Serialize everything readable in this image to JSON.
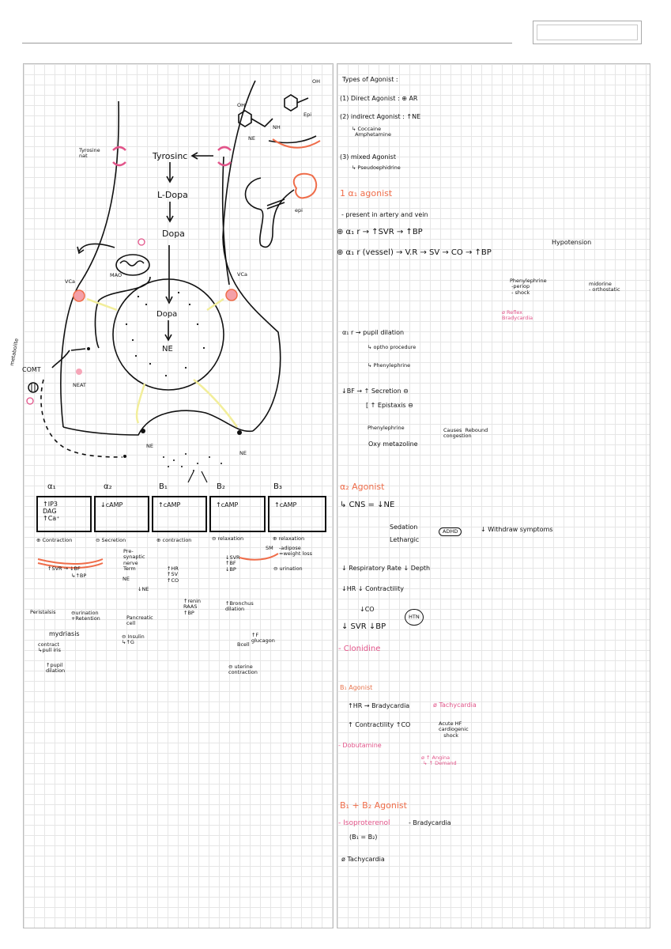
{
  "colors": {
    "accent_pink": "#e2558a",
    "accent_orange": "#ef6d4a",
    "yellow": "#f2ee9b",
    "ink": "#111111"
  },
  "diagram": {
    "tyrosine_nat": [
      "Tyrosine",
      "nat"
    ],
    "tyrosine": "Tyrosinc",
    "l_dopa": "L-Dopa",
    "dopa": "Dopa",
    "mao": "MAO",
    "vca_left": "VCa",
    "vca_right": "VCa",
    "metabolite": "metabolite",
    "comt": "COMT",
    "neat": "NEAT",
    "vesicle_dopa": "Dopa",
    "vesicle_ne": "NE",
    "ne_left": "NE",
    "ne_right": "NE",
    "epi": "Epi",
    "epi2": "epi",
    "ne_struct": "NE",
    "oh1": "OH",
    "oh2": "OH",
    "nh2": "NH",
    "inhibit": "⊖"
  },
  "receptors": [
    {
      "name": "α₁",
      "box": "↑IP3\nDAG\n↑Ca⁺",
      "effect": "⊕ Contraction"
    },
    {
      "name": "α₂",
      "box": "↓cAMP",
      "effect": "⊖ Secretion"
    },
    {
      "name": "B₁",
      "box": "↑cAMP",
      "effect": "⊕ contraction"
    },
    {
      "name": "B₂",
      "box": "↑cAMP",
      "effect": "⊖ relaxation"
    },
    {
      "name": "B₃",
      "box": "↑cAMP",
      "effect": "⊕ relaxation"
    }
  ],
  "alpha1_notes": {
    "svr": "↑SVR → ↓BF",
    "bp": "↳↑BP",
    "peristalsis": "Peristalsis",
    "urination": "⊖urination\n+Retention",
    "mydriasis": "mydriasis",
    "contract": "contract\n↳pull iris",
    "pupil": "↑pupil\ndilation"
  },
  "alpha2_notes": {
    "presynaptic": "Pre-\nsynaptic\nnerve\nTerm",
    "ne": "NE",
    "down_ne": "↓NE",
    "pancreatic": "Pancreatic\ncell",
    "insulin": "⊖ Insulin\n↳↑G"
  },
  "beta1_notes": {
    "hr": "↑HR\n↑SV\n↑CO",
    "renin": "↑renin\nRAAS\n↑BP"
  },
  "beta2_notes": {
    "svr": "↓SVR\n↑BF\n↓BP",
    "bronchodilation": "↑Bronchus\ndilation",
    "glucagon": "↑F\nglucagon",
    "bcell": "Bcell",
    "uterine": "⊖ uterine\ncontraction",
    "sm": "SM"
  },
  "beta3_notes": {
    "adipose": "-adipose\n=weight loss",
    "urination": "⊖ urination"
  },
  "notes": {
    "types_title": "Types of Agonist :",
    "direct": "(1) Direct Agonist : ⊕ AR",
    "indirect": "(2) indirect Agonist : ↑NE",
    "indirect_sub": "↳ Coccaine\n  Amphetamine",
    "mixed": "(3) mixed Agonist",
    "mixed_sub": "↳ Pseudoephidrine",
    "a1_title": "1 α₁ agonist",
    "a1_present": "- present  in artery  and vein",
    "a1_svr": "⊕ α₁ r → ↑SVR → ↑BP",
    "a1_vessel": "⊕ α₁ r (vessel) → V.R → SV → CO → ↑BP",
    "hypotension": "Hypotension",
    "phenylephrine": "Phenylephrine\n -periop\n - shock",
    "midorine": "midorine\n- orthostatic",
    "reflex": "ø Reflex\nBradycardia",
    "pupil": "α₁ r → pupil dilation",
    "optho": "↳ optho procedure",
    "phenyl2": "↳ Phenylephrine",
    "bf": "↓BF → ↑ Secretion ⊖",
    "epistaxis": "[ ↑ Epistaxis ⊖",
    "phenyl3": "Phenylephrine",
    "oxymeta": "Oxy metazoline",
    "rebound": "Causes  Rebound\ncongestion",
    "a2_title": "α₂ Agonist",
    "cns": "↳ CNS = ↓NE",
    "sedation": "Sedation",
    "lethargic": "Lethargic",
    "adhd": "ADHD",
    "withdraw": "↓ Withdraw  symptoms",
    "resp": "↓ Respiratory Rate  ↓ Depth",
    "hr": "↓HR  ↓ Contractility",
    "co": "↓CO",
    "svr": "↓ SVR  ↓BP",
    "htn": "HTN",
    "clonidine": "- Clonidine",
    "b1_title": "B₁ Agonist",
    "b1_hr": "↑HR → Bradycardia",
    "b1_tachy": "ø Tachycardia",
    "b1_contract": "↑ Contractility ↑CO",
    "b1_acute": "Acute HF\ncardiogenic\n   shock",
    "dobutamine": "- Dobutamine",
    "angina": "ø ↑ Angina\n ↳ ↑ Demand",
    "b12_title": "B₁ + B₂  Agonist",
    "isoproterenol": "- Isoproterenol",
    "brady2": "- Bradycardia",
    "b1b2": "(B₁ = B₂)",
    "tachy2": "ø Tachycardia"
  }
}
